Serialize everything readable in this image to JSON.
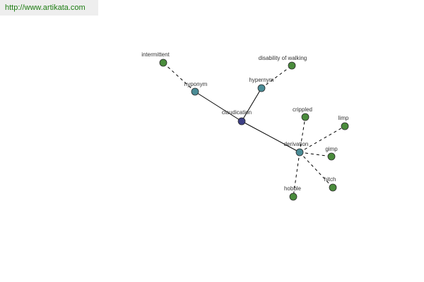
{
  "banner": {
    "url": "http://www.artikata.com"
  },
  "colors": {
    "central_node": "#3d3f85",
    "relation_node": "#4a8c96",
    "term_node": "#4a8c3c",
    "edge": "#000000",
    "banner_text": "#1d7d12",
    "banner_bg": "#eeeeee"
  },
  "graph": {
    "nodes": [
      {
        "id": "claudication",
        "label": "claudication",
        "kind": "central"
      },
      {
        "id": "hyponym",
        "label": "hyponym",
        "kind": "relation"
      },
      {
        "id": "hypernym",
        "label": "hypernym",
        "kind": "relation"
      },
      {
        "id": "derivation",
        "label": "derivation",
        "kind": "relation"
      },
      {
        "id": "intermittent",
        "label": "intermittent",
        "kind": "term"
      },
      {
        "id": "disability",
        "label": "disability of walking",
        "kind": "term"
      },
      {
        "id": "crippled",
        "label": "crippled",
        "kind": "term"
      },
      {
        "id": "limp",
        "label": "limp",
        "kind": "term"
      },
      {
        "id": "gimp",
        "label": "gimp",
        "kind": "term"
      },
      {
        "id": "hitch",
        "label": "hitch",
        "kind": "term"
      },
      {
        "id": "hobble",
        "label": "hobble",
        "kind": "term"
      }
    ],
    "edges": [
      {
        "from": "claudication",
        "to": "hyponym",
        "style": "solid"
      },
      {
        "from": "claudication",
        "to": "hypernym",
        "style": "solid"
      },
      {
        "from": "claudication",
        "to": "derivation",
        "style": "solid"
      },
      {
        "from": "hyponym",
        "to": "intermittent",
        "style": "dashed"
      },
      {
        "from": "hypernym",
        "to": "disability",
        "style": "dashed"
      },
      {
        "from": "derivation",
        "to": "crippled",
        "style": "dashed"
      },
      {
        "from": "derivation",
        "to": "limp",
        "style": "dashed"
      },
      {
        "from": "derivation",
        "to": "gimp",
        "style": "dashed"
      },
      {
        "from": "derivation",
        "to": "hitch",
        "style": "dashed"
      },
      {
        "from": "derivation",
        "to": "hobble",
        "style": "dashed"
      }
    ]
  }
}
